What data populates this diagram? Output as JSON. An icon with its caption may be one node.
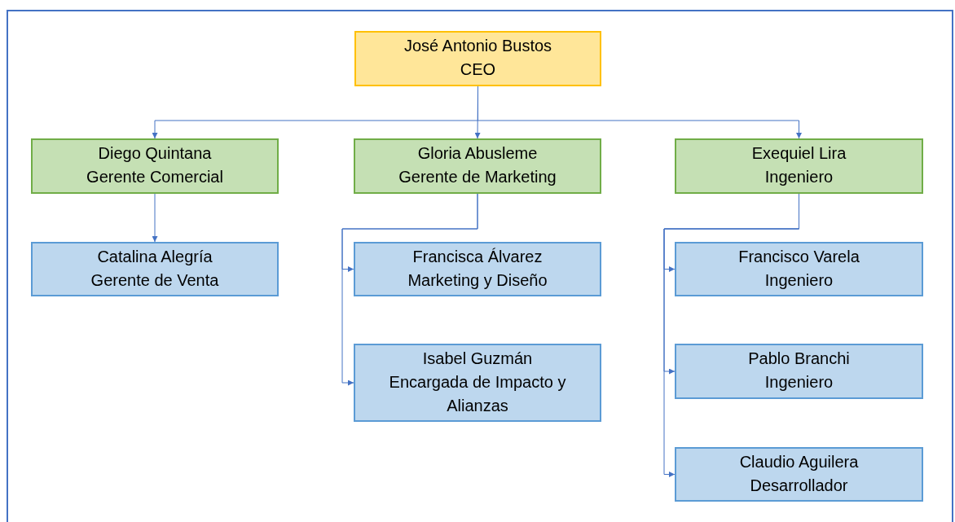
{
  "diagram": {
    "nodes": [
      {
        "text": [],
        "shape": "box"
      },
      {
        "text": [
          "José Antonio Bustos",
          "CEO"
        ],
        "in": 0
      },
      {
        "text": [
          "Diego Quintana",
          "Gerente Comercial"
        ],
        "in": 0
      },
      {
        "text": [
          "Gloria Abusleme",
          "Gerente de Marketing"
        ],
        "in": 0
      },
      {
        "text": [
          "Exequiel Lira",
          "Ingeniero"
        ],
        "in": 0
      },
      {
        "text": [
          "Catalina Alegría",
          "Gerente de Venta"
        ],
        "in": 0
      },
      {
        "text": [
          "Francisca Álvarez",
          "Marketing y Diseño"
        ],
        "in": 0
      },
      {
        "text": [
          "Isabel Guzmán",
          "Encargada de Impacto y Alianzas"
        ],
        "in": 0
      },
      {
        "text": [
          "Francisco Varela",
          "Ingeniero"
        ],
        "in": 0
      },
      {
        "text": [
          "Pablo Branchi",
          "Ingeniero"
        ],
        "in": 0
      },
      {
        "text": [
          "Claudio Aguilera",
          "Desarrollador"
        ],
        "in": 0
      }
    ],
    "edges": [
      {
        "from": 1,
        "to": 2,
        "arrow": "to"
      },
      {
        "from": 1,
        "to": 3,
        "arrow": "to"
      },
      {
        "from": 1,
        "to": 4,
        "arrow": "to"
      },
      {
        "from": 2,
        "to": 5,
        "arrow": "to"
      },
      {
        "from": 3,
        "to": 6,
        "arrow": "to"
      },
      {
        "from": 3,
        "to": 7,
        "arrow": "to"
      },
      {
        "from": 4,
        "to": 8,
        "arrow": "to"
      },
      {
        "from": 4,
        "to": 9,
        "arrow": "to"
      },
      {
        "from": 4,
        "to": 10,
        "arrow": "to"
      }
    ]
  }
}
